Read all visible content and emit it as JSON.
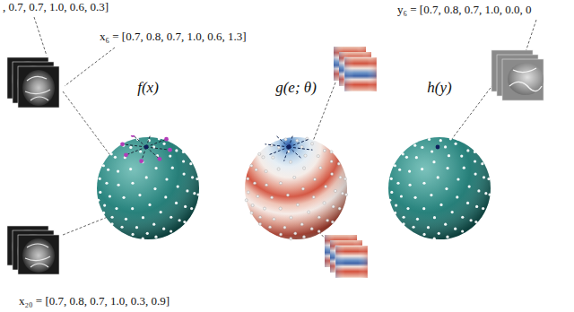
{
  "diagram": {
    "nodes": [
      {
        "text": [
          "f(x)"
        ]
      },
      {
        "text": [
          "g(e; θ)"
        ]
      },
      {
        "text": [
          "h(y)"
        ]
      }
    ],
    "labels": [
      ", 0.7, 0.7, 1.0, 0.6, 0.3]",
      "y₆ = [0.7, 0.8, 0.7, 1.0, 0.0, 0",
      "x₆ = [0.7, 0.8, 0.7, 1.0, 0.6, 1.3]",
      "x₂₀ = [0.7, 0.8, 0.7, 1.0, 0.3, 0.9]"
    ]
  }
}
